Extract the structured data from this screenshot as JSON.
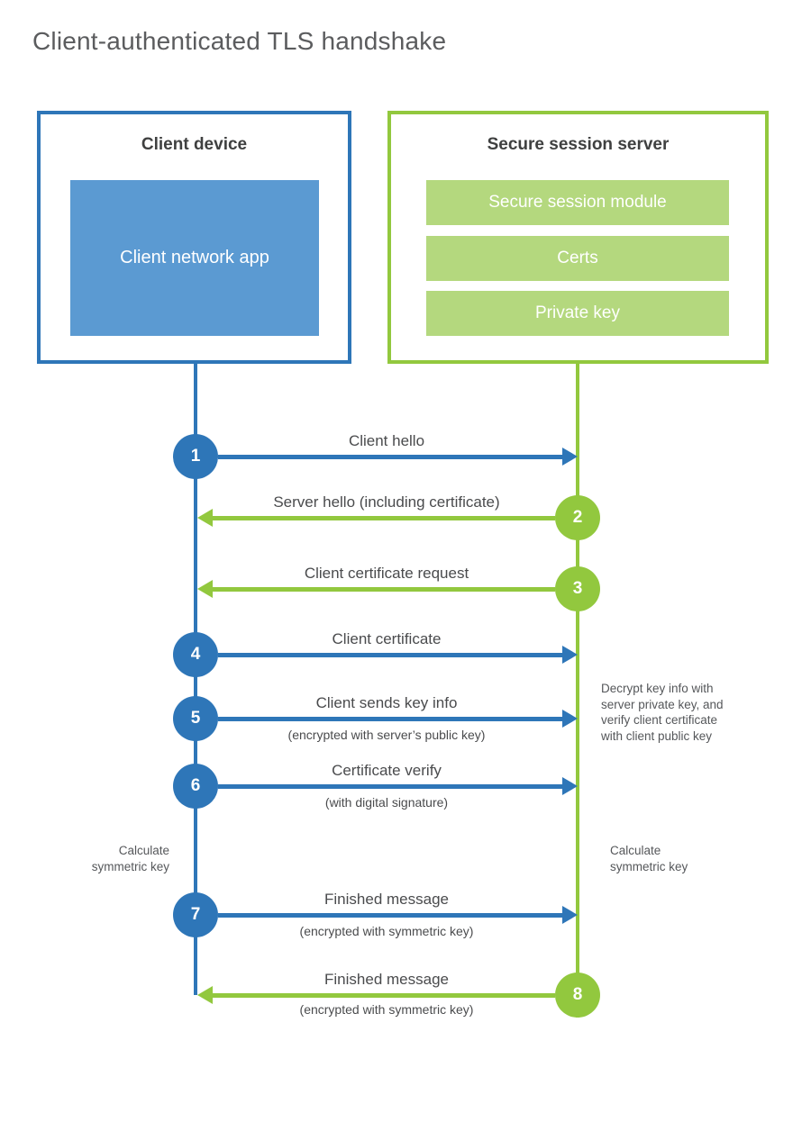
{
  "title": "Client-authenticated TLS handshake",
  "client_box": {
    "title": "Client device",
    "app": "Client network app"
  },
  "server_box": {
    "title": "Secure session server",
    "modules": [
      "Secure session module",
      "Certs",
      "Private key"
    ]
  },
  "messages": [
    {
      "num": "1",
      "label": "Client hello",
      "direction": "right",
      "color": "blue"
    },
    {
      "num": "2",
      "label": "Server hello (including certificate)",
      "direction": "left",
      "color": "green"
    },
    {
      "num": "3",
      "label": "Client certificate request",
      "direction": "left",
      "color": "green"
    },
    {
      "num": "4",
      "label": "Client certificate",
      "direction": "right",
      "color": "blue"
    },
    {
      "num": "5",
      "label": "Client sends key info",
      "sublabel": "(encrypted with server’s public key)",
      "direction": "right",
      "color": "blue"
    },
    {
      "num": "6",
      "label": "Certificate verify",
      "sublabel": "(with digital signature)",
      "direction": "right",
      "color": "blue"
    },
    {
      "num": "7",
      "label": "Finished message",
      "sublabel": "(encrypted with symmetric key)",
      "direction": "right",
      "color": "blue"
    },
    {
      "num": "8",
      "label": "Finished message",
      "sublabel": "(encrypted with symmetric key)",
      "direction": "left",
      "color": "green"
    }
  ],
  "notes": {
    "decrypt": "Decrypt key info with\nserver private key, and\nverify client certificate\nwith client public key",
    "calc_left": "Calculate\nsymmetric key",
    "calc_right": "Calculate\nsymmetric key"
  },
  "colors": {
    "blue": "#2e76b8",
    "blue_fill": "#5b9ad2",
    "green": "#92c83e",
    "green_fill": "#b4d87e"
  }
}
